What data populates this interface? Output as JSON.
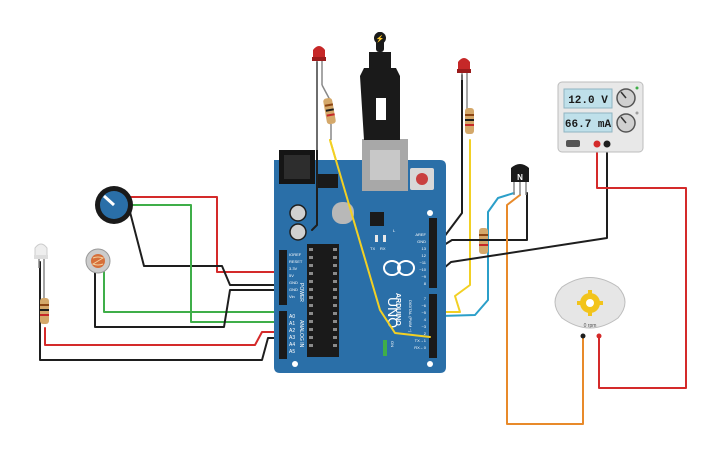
{
  "board": {
    "brand": "ARDUINO",
    "model": "UNO",
    "on_label": "ON",
    "power_label": "POWER",
    "analog_label": "ANALOG IN",
    "digital_label": "DIGITAL (PWM ~)",
    "tx_label": "TX",
    "rx_label": "RX",
    "l_label": "L",
    "power_pins": [
      "IOREF",
      "RESET",
      "3.3V",
      "5V",
      "GND",
      "GND",
      "Vin"
    ],
    "analog_pins": [
      "A0",
      "A1",
      "A2",
      "A3",
      "A4",
      "A5"
    ],
    "digital_top_pins": [
      "AREF",
      "GND",
      "13",
      "12",
      "~11",
      "~10",
      "~9",
      "8"
    ],
    "digital_bottom_pins": [
      "7",
      "~6",
      "~5",
      "4",
      "~3",
      "2",
      "TX→1",
      "RX←0"
    ]
  },
  "power_supply": {
    "voltage": "12.0 V",
    "current": "66.7 mA"
  },
  "motor": {
    "rpm_label": "0 rpm"
  },
  "transistor": {
    "label": "N"
  },
  "colors": {
    "board": "#2a6fa8",
    "wire_red": "#d42a2a",
    "wire_black": "#1e1e1e",
    "wire_green": "#3fae49",
    "wire_yellow": "#f2d024",
    "wire_blue": "#2b9fc9",
    "wire_orange": "#e88a2a"
  }
}
